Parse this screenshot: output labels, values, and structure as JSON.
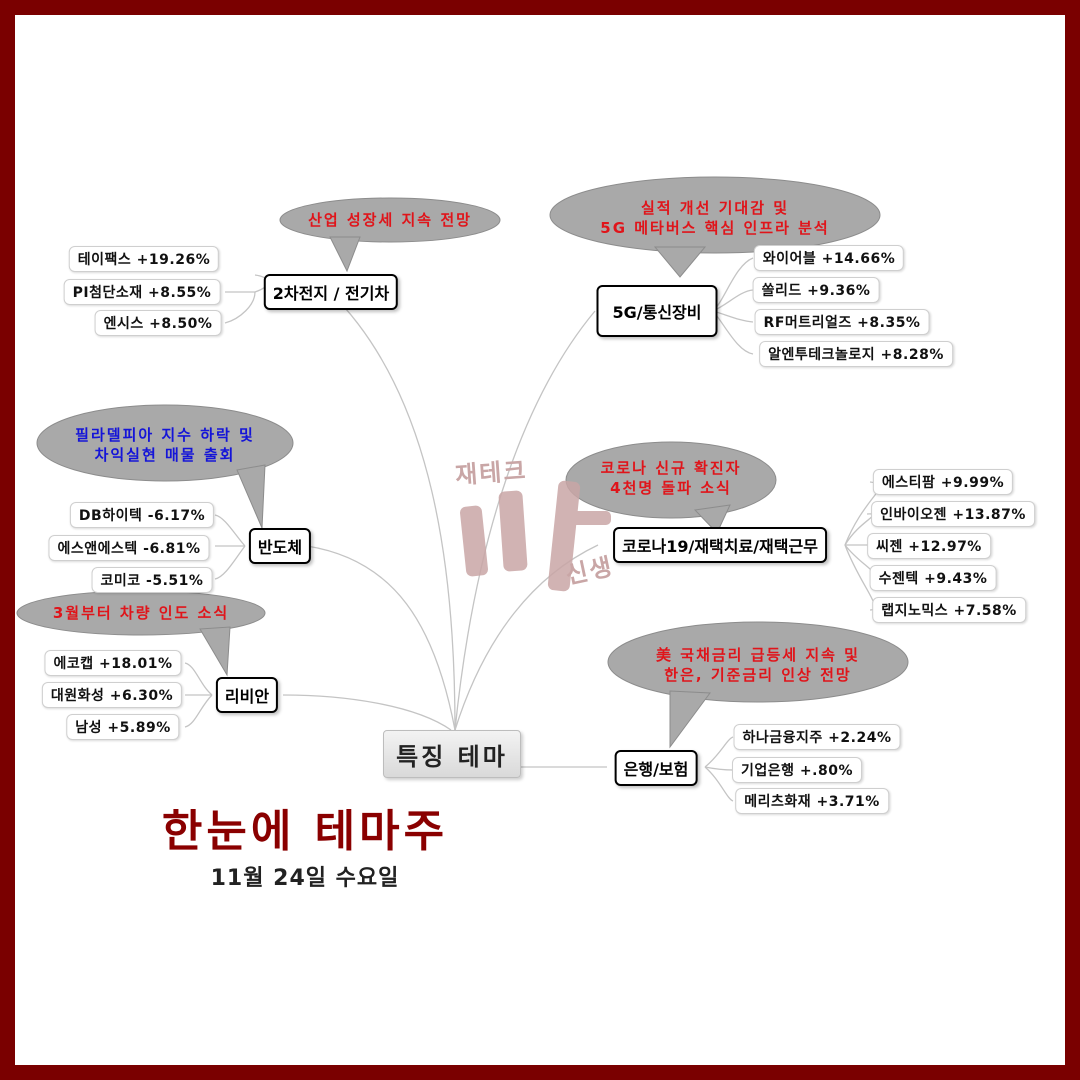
{
  "header": {
    "title": "한눈에 테마주",
    "date": "11월 24일 수요일",
    "center_label": "특징 테마"
  },
  "watermark": {
    "text_top": "재테크",
    "text_bottom": "신생"
  },
  "colors": {
    "frame": "#7a0000",
    "title": "#8a0000",
    "bubble_red": "#e0141a",
    "bubble_blue": "#1414d8",
    "bubble_fill": "#a9a9a9"
  },
  "themes": [
    {
      "id": "battery",
      "label": "2차전지 / 전기차",
      "comment": [
        "산업 성장세 지속 전망"
      ],
      "comment_color": "red",
      "stocks": [
        "테이팩스 +19.26%",
        "PI첨단소재 +8.55%",
        "엔시스 +8.50%"
      ]
    },
    {
      "id": "5g",
      "label": "5G/통신장비",
      "comment": [
        "실적 개선 기대감 및",
        "5G 메타버스 핵심 인프라 분석"
      ],
      "comment_color": "red",
      "stocks": [
        "와이어블 +14.66%",
        "쏠리드 +9.36%",
        "RF머트리얼즈 +8.35%",
        "알엔투테크놀로지 +8.28%"
      ]
    },
    {
      "id": "semiconductor",
      "label": "반도체",
      "comment": [
        "필라델피아 지수 하락 및",
        "차익실현 매물 출회"
      ],
      "comment_color": "blue",
      "stocks": [
        "DB하이텍 -6.17%",
        "에스앤에스텍 -6.81%",
        "코미코 -5.51%"
      ]
    },
    {
      "id": "covid",
      "label": "코로나19/재택치료/재택근무",
      "comment": [
        "코로나 신규 확진자",
        "4천명 돌파 소식"
      ],
      "comment_color": "red",
      "stocks": [
        "에스티팜 +9.99%",
        "인바이오젠 +13.87%",
        "씨젠 +12.97%",
        "수젠텍 +9.43%",
        "랩지노믹스 +7.58%"
      ]
    },
    {
      "id": "livian",
      "label": "리비안",
      "comment": [
        "3월부터 차량 인도 소식"
      ],
      "comment_color": "red",
      "stocks": [
        "에코캡 +18.01%",
        "대원화성 +6.30%",
        "남성 +5.89%"
      ]
    },
    {
      "id": "bank",
      "label": "은행/보험",
      "comment": [
        "美 국채금리 급등세 지속 및",
        "한은, 기준금리 인상 전망"
      ],
      "comment_color": "red",
      "stocks": [
        "하나금융지주 +2.24%",
        "기업은행 +.80%",
        "메리츠화재 +3.71%"
      ]
    }
  ]
}
